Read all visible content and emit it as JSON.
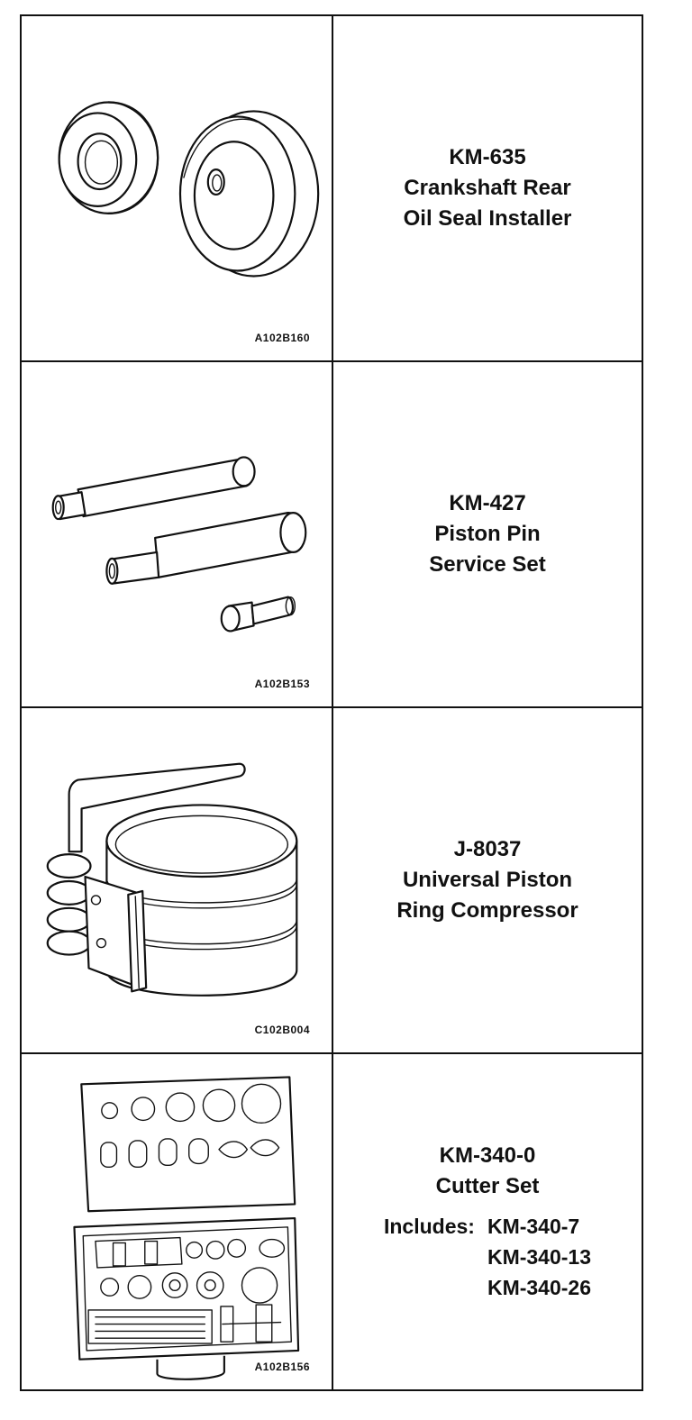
{
  "tools": [
    {
      "icon": "seal-installer-illustration",
      "figure_code": "A102B160",
      "number": "KM-635",
      "name_lines": [
        "Crankshaft Rear",
        "Oil Seal Installer"
      ]
    },
    {
      "icon": "piston-pin-set-illustration",
      "figure_code": "A102B153",
      "number": "KM-427",
      "name_lines": [
        "Piston Pin",
        "Service Set"
      ]
    },
    {
      "icon": "ring-compressor-illustration",
      "figure_code": "C102B004",
      "number": "J-8037",
      "name_lines": [
        "Universal Piston",
        "Ring Compressor"
      ]
    },
    {
      "icon": "cutter-set-case-illustration",
      "figure_code": "A102B156",
      "number": "KM-340-0",
      "name_lines": [
        "Cutter Set"
      ],
      "includes_label": "Includes:",
      "includes": [
        "KM-340-7",
        "KM-340-13",
        "KM-340-26"
      ]
    }
  ]
}
